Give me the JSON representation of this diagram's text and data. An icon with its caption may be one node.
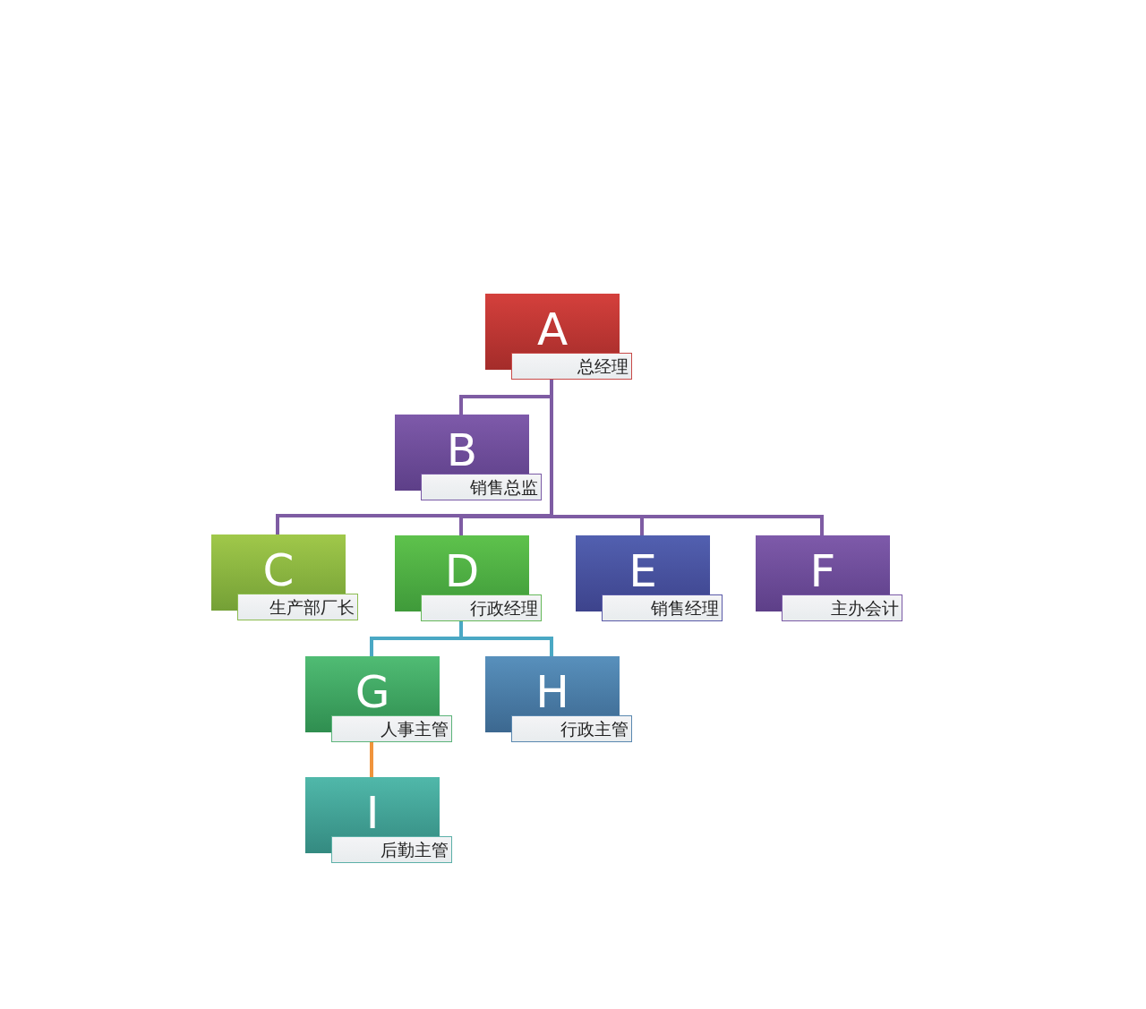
{
  "diagram": {
    "nodes": [
      {
        "text": [
          "A",
          "总经理"
        ]
      },
      {
        "text": [
          "B",
          "销售总监"
        ]
      },
      {
        "text": [
          "C",
          "生产部厂长"
        ]
      },
      {
        "text": [
          "D",
          "行政经理"
        ]
      },
      {
        "text": [
          "E",
          "销售经理"
        ]
      },
      {
        "text": [
          "F",
          "主办会计"
        ]
      },
      {
        "text": [
          "G",
          "人事主管"
        ]
      },
      {
        "text": [
          "H",
          "行政主管"
        ]
      },
      {
        "text": [
          "I",
          "后勤主管"
        ]
      }
    ],
    "edges": [
      {
        "from": 0,
        "to": 1,
        "arrow": "none"
      },
      {
        "from": 0,
        "to": 2,
        "arrow": "none"
      },
      {
        "from": 0,
        "to": 3,
        "arrow": "none"
      },
      {
        "from": 0,
        "to": 4,
        "arrow": "none"
      },
      {
        "from": 0,
        "to": 5,
        "arrow": "none"
      },
      {
        "from": 3,
        "to": 6,
        "arrow": "none",
        "color": "#4aa8c4"
      },
      {
        "from": 3,
        "to": 7,
        "arrow": "none",
        "color": "#4aa8c4"
      },
      {
        "from": 6,
        "to": 8,
        "arrow": "none",
        "color": "#f0943c"
      }
    ]
  }
}
